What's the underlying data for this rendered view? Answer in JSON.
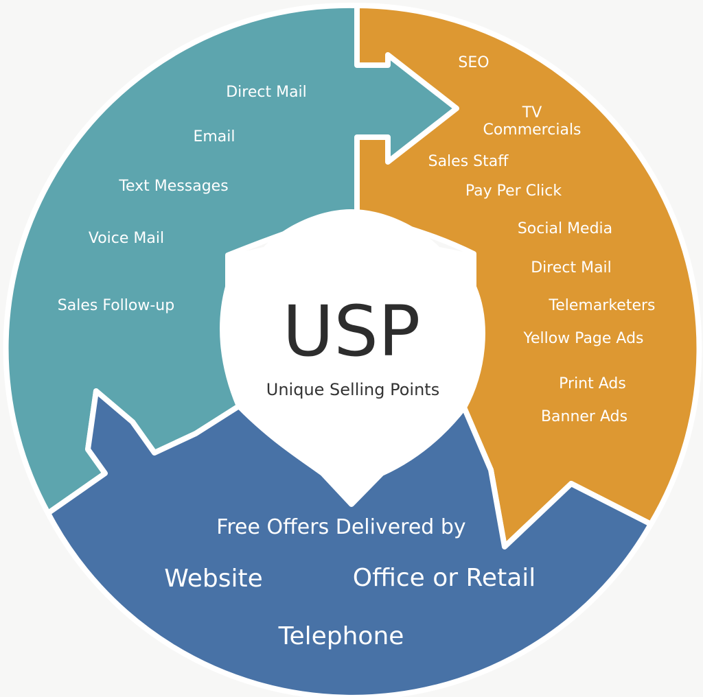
{
  "colors": {
    "teal": "#5da5ae",
    "orange": "#dd9832",
    "blue": "#4872a6",
    "center": "#ffffff",
    "outline": "#ffffff"
  },
  "center": {
    "title": "USP",
    "subtitle": "Unique Selling Points"
  },
  "teal_section": {
    "items": [
      "Direct Mail",
      "Email",
      "Text Messages",
      "Voice Mail",
      "Sales Follow-up"
    ]
  },
  "orange_section": {
    "items": [
      "SEO",
      "TV",
      "Commercials",
      "Sales Staff",
      "Pay Per Click",
      "Social Media",
      "Direct Mail",
      "Telemarketers",
      "Yellow Page Ads",
      "Print Ads",
      "Banner Ads"
    ]
  },
  "blue_section": {
    "heading": "Free Offers Delivered by",
    "channels": [
      "Website",
      "Office or Retail",
      "Telephone"
    ]
  }
}
